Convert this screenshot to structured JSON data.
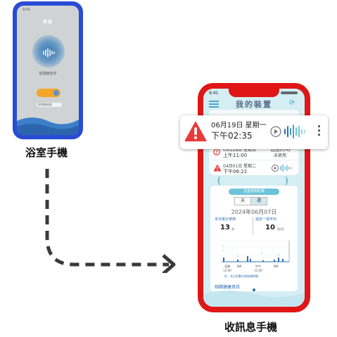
{
  "left_phone": {
    "status_time": "9:41",
    "title": "首頁",
    "recording_text": "偵測錄音中",
    "bar_label": "偵測敏感度",
    "caption": "浴室手機"
  },
  "right_phone": {
    "status_time": "9:41",
    "title": "我的裝置",
    "notification": {
      "date": "06月19日 星期一",
      "time": "下午02:35"
    },
    "history": [
      {
        "date": "05月28日 星期五",
        "time": "上午11:00",
        "note": "超過5小時",
        "note2": "未使用"
      },
      {
        "date": "04月01日 星期二",
        "time": "下午06:22"
      }
    ],
    "stats": {
      "header": "浴室使用紀錄",
      "tabs": [
        "天",
        "週"
      ],
      "date": "2024年06月07日",
      "col1_label": "本日累計使用",
      "col1_value": "13",
      "col1_unit": "次",
      "col2_label": "過去一週平均",
      "col2_value": "10",
      "col2_unit": "次/日",
      "x_ticks": [
        "凌晨\n12:00",
        "6時",
        "中午\n12:00",
        "6時"
      ],
      "note": "註：本日計數比例依據時間"
    },
    "footer_link": "相關健康資訊",
    "caption": "收訊息手機"
  },
  "colors": {
    "left_frame": "#2a4bd6",
    "right_frame": "#e01616",
    "alert": "#e83a3a",
    "accent": "#2b6fb0"
  }
}
